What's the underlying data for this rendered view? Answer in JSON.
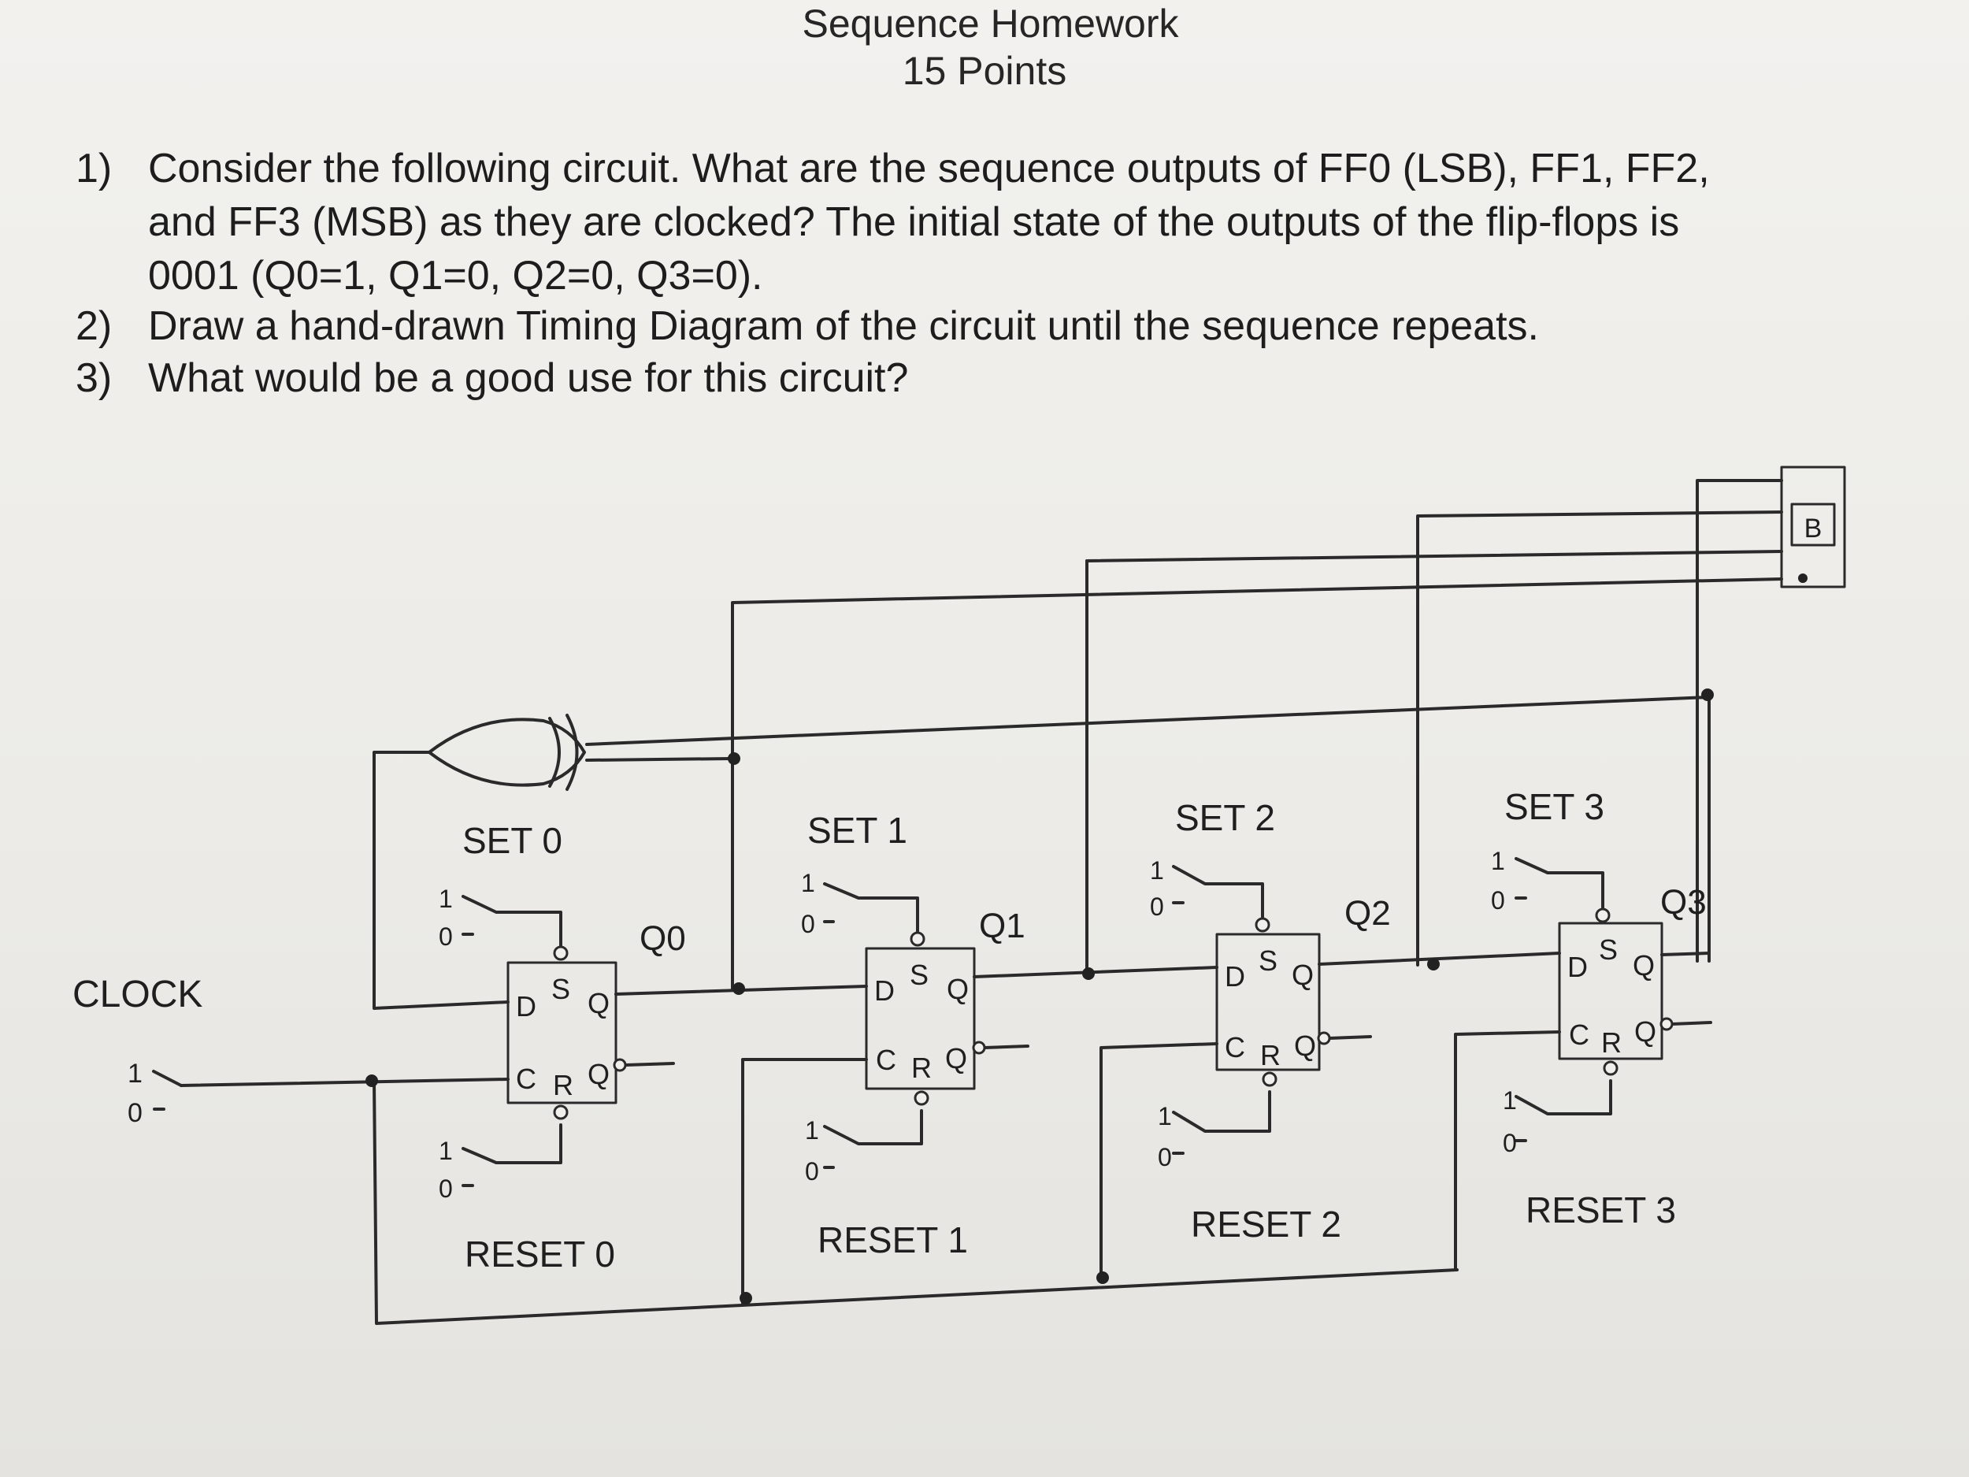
{
  "header": {
    "title": "Sequence Homework",
    "points": "15 Points"
  },
  "questions": [
    {
      "number": "1)",
      "lines": [
        "Consider the following circuit.  What are the sequence outputs of FF0 (LSB), FF1, FF2,",
        "and FF3 (MSB) as they are clocked?  The initial state of the outputs of the flip-flops is",
        "0001 (Q0=1, Q1=0, Q2=0, Q3=0)."
      ]
    },
    {
      "number": "2)",
      "lines": [
        "Draw a hand-drawn Timing Diagram of the circuit until the sequence repeats."
      ]
    },
    {
      "number": "3)",
      "lines": [
        "What would be a good use for this circuit?"
      ]
    }
  ],
  "circuit": {
    "clock_label": "CLOCK",
    "switch_one": "1",
    "switch_zero": "0",
    "display_label": "B",
    "pins": {
      "d": "D",
      "s": "S",
      "q": "Q",
      "c": "C",
      "r": "R"
    },
    "flip_flops": [
      {
        "set": "SET 0",
        "reset": "RESET 0",
        "output": "Q0"
      },
      {
        "set": "SET 1",
        "reset": "RESET 1",
        "output": "Q1"
      },
      {
        "set": "SET 2",
        "reset": "RESET 2",
        "output": "Q2"
      },
      {
        "set": "SET 3",
        "reset": "RESET 3",
        "output": "Q3"
      }
    ]
  }
}
